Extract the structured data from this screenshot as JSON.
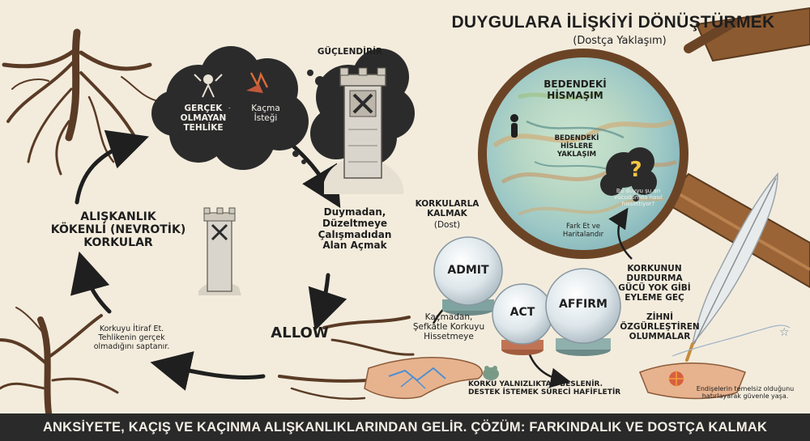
{
  "title": "DUYGULARA İLİŞKİYİ DÖNÜŞTÜRMEK",
  "subtitle": "(Dostça Yaklaşım)",
  "cycle": {
    "cloud_danger": "GERÇEK\nOLMAYAN\nTEHLİKE",
    "cloud_escape": "Kaçma\nİsteği",
    "empowers": "GÜÇLENDİRİR",
    "unrest": "Duymadan,\nDüzeltmeye\nÇalışmadıdan\nAlan Açmak",
    "allow": "ALLOW",
    "admit_note": "Korkuyu İtiraf Et.\nTehlikenin gerçek\nolmadığını saptanır.",
    "habit_fears": "ALIŞKANLIK\nKÖKENLİ (NEVROTİK)\nKORKULAR"
  },
  "magnifier": {
    "body_sensation": "BEDENDEKİ\nHİSMAŞIM",
    "approach": "BEDENDEKİ\nHİSLERE\nYAKLAŞIM",
    "question": "Bu duyyu şu an\nvücudumda nasıl\nhissettiyor?",
    "notice": "Fark Et ve\nHaritalandır"
  },
  "steps": {
    "stay_with_fears": "KORKULARLA\nKALMAK",
    "stay_friend": "(Dost)",
    "admit": "ADMIT",
    "act": "ACT",
    "affirm": "AFFIRM",
    "admit_desc": "Kaçmadan,\nŞefkatle Korkuyu\nHissetmeye",
    "fear_no_power": "KORKUNUN\nDURDURMA\nGÜCÜ YOK GİBİ\nEYLEME GEÇ",
    "freeing_affirmations": "ZİHNİ\nÖZGÜRLEŞTİREN\nOLUMMALAR",
    "loneliness": "KORKU YALNIZLIKTAN BESLENİR.\nDESTEK İSTEMEK SÜRECİ HAFİFLETİR",
    "trust": "Endişelerin temelsiz olduğunu\nhatırlayarak güvenle yaşa."
  },
  "footer": "ANKSİYETE, KAÇIŞ VE KAÇINMA ALIŞKANLIKLARINDAN GELİR. ÇÖZÜM: FARKINDALIK VE DOSTÇA KALMAK",
  "colors": {
    "background": "#f3ecdd",
    "cloud": "#2b2b2b",
    "footer_bar": "#2a2a2a",
    "lens_frame": "#6b4426",
    "wood_handle": "#9a6437",
    "root": "#5a3b25"
  }
}
